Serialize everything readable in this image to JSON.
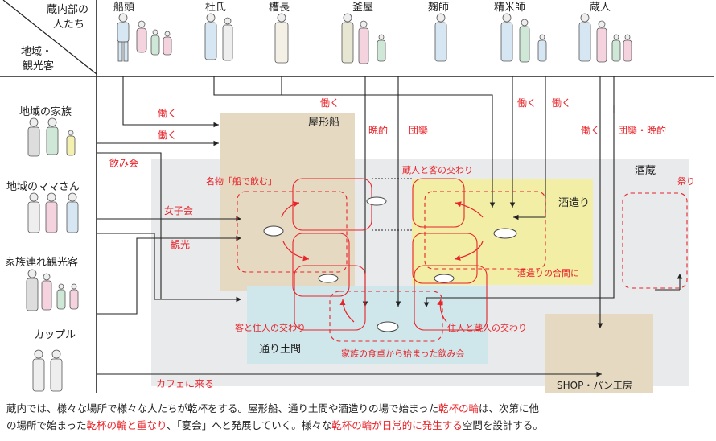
{
  "header": {
    "corner_top": "蔵内部の",
    "corner_top2": "人たち",
    "corner_bottom": "地域・",
    "corner_bottom2": "観光客",
    "staff": [
      "船頭",
      "杜氏",
      "槽長",
      "釜屋",
      "麹師",
      "精米師",
      "蔵人"
    ]
  },
  "visitors": [
    "地域の家族",
    "地域のママさん",
    "家族連れ観光客",
    "カップル"
  ],
  "zones": {
    "yakatabune": "屋形船",
    "sakagura": "酒蔵",
    "sakazukuri": "酒造り",
    "toridoma": "通り土間",
    "shop": "SHOP・パン工房"
  },
  "labels": {
    "hataraku1": "働く",
    "hataraku2": "働く",
    "hataraku3": "働く",
    "hataraku4": "働く",
    "hataraku5": "働く",
    "hataraku6": "働く",
    "banshaku": "晩酌",
    "danran": "団欒",
    "danran_banshaku": "団欒・晩酌",
    "nomikai": "飲み会",
    "joshikai": "女子会",
    "kanko": "観光",
    "cafe": "カフェに来る",
    "matsuri": "祭り",
    "meibutsu": "名物「船で飲む」",
    "kurabito_kyaku": "蔵人と客の交わり",
    "sakazukuri_aima": "酒造りの合間に",
    "kyaku_junin": "客と住人の交わり",
    "junin_kurabito": "住人と蔵人の交わり",
    "kazoku_shokutaku": "家族の食卓から始まった飲み会"
  },
  "caption": {
    "p1": "蔵内では、様々な場所で様々な人たちが乾杯をする。屋形船、通り土間や酒造りの場で始まった",
    "h1": "乾杯の輪",
    "p2": "は、次第に他",
    "p3": "の場所で始まった",
    "h2": "乾杯の輪と重なり",
    "p4": "、「宴会」へと発展していく。様々な",
    "h3": "乾杯の輪が日常的に発生する",
    "p5": "空間を設計する。"
  },
  "colors": {
    "accent_red": "#e8242a",
    "boat_zone": "#e6d9c2",
    "kura_zone": "#e9eaec",
    "brew_zone": "#f2eea6",
    "street_zone": "#cfe6ea",
    "shop_zone": "#e6d9c2"
  }
}
